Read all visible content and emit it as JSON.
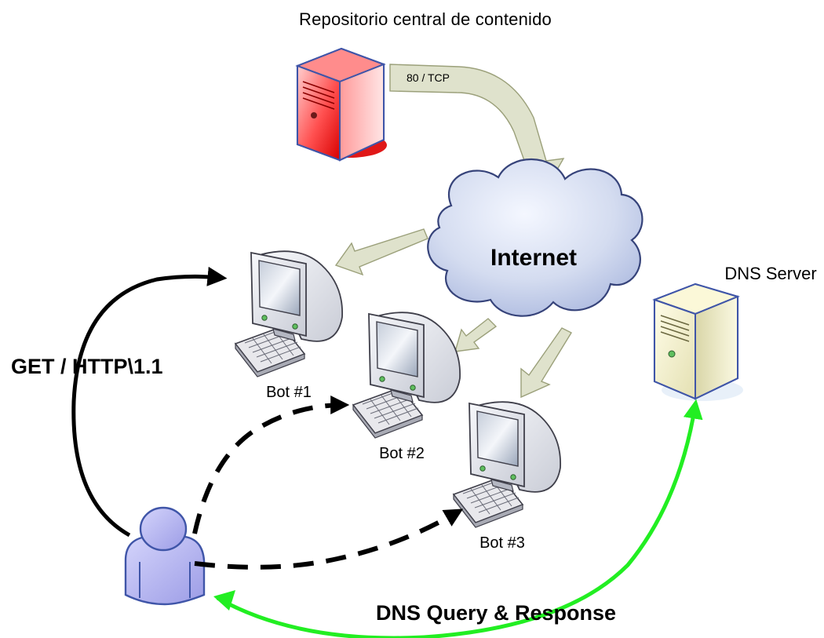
{
  "diagram": {
    "repository_label": "Repositorio central de contenido",
    "port_label": "80 / TCP",
    "internet_label": "Internet",
    "dns_server_label": "DNS Server",
    "bots": [
      {
        "label": "Bot #1"
      },
      {
        "label": "Bot #2"
      },
      {
        "label": "Bot #3"
      }
    ],
    "get_label": "GET / HTTP\\1.1",
    "dns_flow_label": "DNS Query  & Response",
    "colors": {
      "repository_server": "#e01818",
      "dns_server": "#f3f0c8",
      "cloud": "#c9d3ec",
      "user": "#b9b9f0",
      "dns_arrow": "#22ee22",
      "block_arrow": "#dfe2cc",
      "monitor": "#e6e8ee"
    }
  }
}
